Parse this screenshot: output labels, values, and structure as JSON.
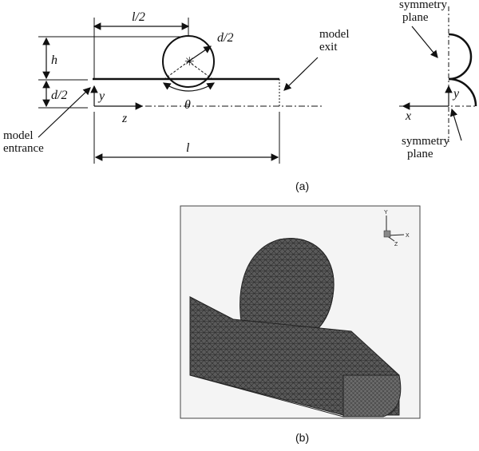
{
  "fig_a": {
    "dim_half_l": "l/2",
    "dim_d_half": "d/2",
    "dim_h": "h",
    "dim_d_half_left": "d/2",
    "axis_y": "y",
    "axis_z": "z",
    "angle_theta": "θ",
    "dim_l": "l",
    "model_exit_line1": "model",
    "model_exit_line2": "exit",
    "model_entrance_line1": "model",
    "model_entrance_line2": "entrance",
    "side_symmetry_top_line1": "symmetry",
    "side_symmetry_top_line2": "plane",
    "side_axis_y": "y",
    "side_axis_x": "x",
    "side_symmetry_bottom_line1": "symmetry",
    "side_symmetry_bottom_line2": "plane",
    "caption": "(a)"
  },
  "fig_b": {
    "triad_y": "Y",
    "triad_x": "X",
    "triad_z": "Z",
    "caption": "(b)"
  }
}
